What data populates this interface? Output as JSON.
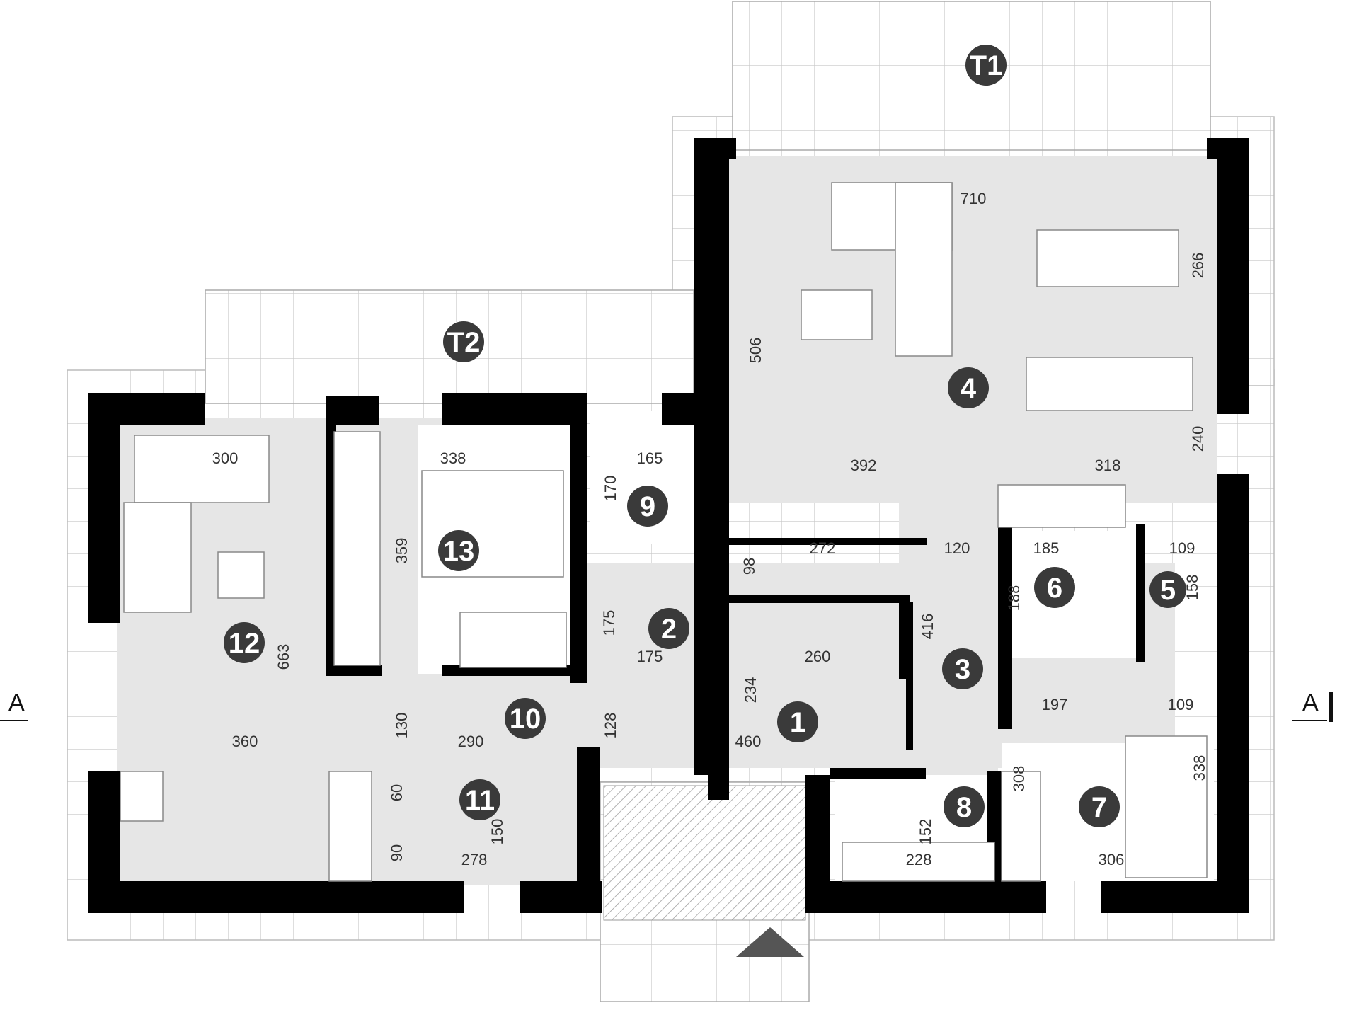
{
  "rooms": [
    {
      "key": "r1",
      "label": "1"
    },
    {
      "key": "r2",
      "label": "2"
    },
    {
      "key": "r3",
      "label": "3"
    },
    {
      "key": "r4",
      "label": "4"
    },
    {
      "key": "r5",
      "label": "5"
    },
    {
      "key": "r6",
      "label": "6"
    },
    {
      "key": "r7",
      "label": "7"
    },
    {
      "key": "r8",
      "label": "8"
    },
    {
      "key": "r9",
      "label": "9"
    },
    {
      "key": "r10",
      "label": "10"
    },
    {
      "key": "r11",
      "label": "11"
    },
    {
      "key": "r12",
      "label": "12"
    },
    {
      "key": "r13",
      "label": "13"
    },
    {
      "key": "t1",
      "label": "T1"
    },
    {
      "key": "t2",
      "label": "T2"
    }
  ],
  "dimensions": {
    "d710": "710",
    "d266": "266",
    "d506": "506",
    "d392": "392",
    "d318": "318",
    "d240": "240",
    "d300": "300",
    "d338a": "338",
    "d165": "165",
    "d170": "170",
    "d359": "359",
    "d272": "272",
    "d98": "98",
    "d120": "120",
    "d185": "185",
    "d109a": "109",
    "d188": "188",
    "d158": "158",
    "d175a": "175",
    "d175b": "175",
    "d260": "260",
    "d416": "416",
    "d663": "663",
    "d234": "234",
    "d130": "130",
    "d197": "197",
    "d109b": "109",
    "d360": "360",
    "d290": "290",
    "d128": "128",
    "d460": "460",
    "d60": "60",
    "d308": "308",
    "d338b": "338",
    "d150": "150",
    "d90": "90",
    "d152": "152",
    "d278": "278",
    "d228": "228",
    "d306": "306"
  },
  "section_marks": {
    "left": "A",
    "right": "A"
  },
  "colors": {
    "wall": "#000000",
    "floor": "#e6e6e6",
    "badge": "#3a3a3a",
    "tile_line": "#bdbdbd"
  }
}
